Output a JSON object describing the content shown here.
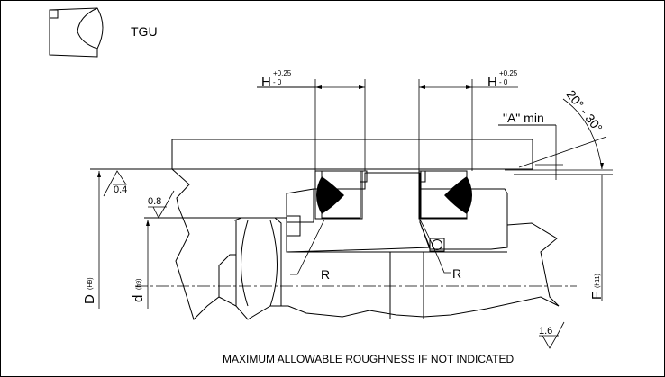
{
  "profile": {
    "name": "TGU",
    "icon": "seal-profile-icon"
  },
  "dimensions": {
    "groove_width_left": {
      "label": "H",
      "tol_upper": "+0.25",
      "tol_lower": "- 0"
    },
    "groove_width_right": {
      "label": "H",
      "tol_upper": "+0.25",
      "tol_lower": "- 0"
    },
    "chamfer_min": "\"A\" min",
    "chamfer_angle": "20° - 30°",
    "bore_diameter": {
      "label": "D",
      "tolerance": "(H9)"
    },
    "groove_diameter": {
      "label": "d",
      "tolerance": "(h9)"
    },
    "shaft_diameter": {
      "label": "F",
      "tolerance": "(h11)"
    },
    "radius_left": "R",
    "radius_right": "R"
  },
  "roughness": {
    "bore": "0.4",
    "groove": "0.8",
    "general": "1.6"
  },
  "note": "MAXIMUM ALLOWABLE ROUGHNESS IF NOT INDICATED",
  "colors": {
    "seal_body": "#808080",
    "seal_lip": "#000000",
    "line": "#000000",
    "radius_label": "#000000"
  }
}
